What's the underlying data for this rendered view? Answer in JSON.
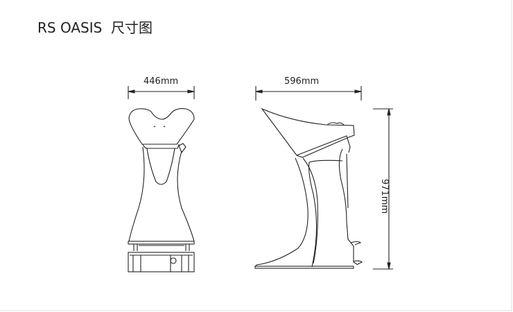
{
  "title": "RS OASIS  尺寸图",
  "dimensions": {
    "front_width": "446mm",
    "side_depth": "596mm",
    "height": "971mm"
  }
}
